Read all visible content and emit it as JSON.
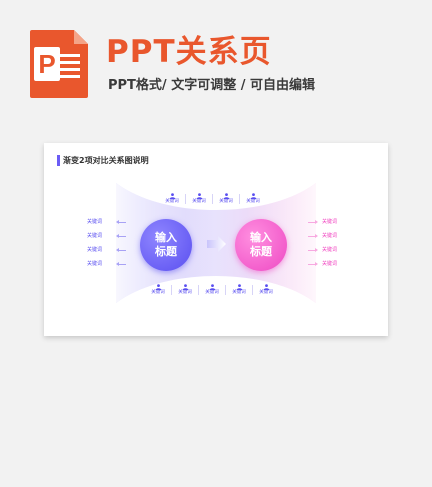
{
  "header": {
    "title": "PPT关系页",
    "subtitle": "PPT格式/ 文字可调整 / 可自由编辑",
    "logo_letter": "P",
    "brand_color": "#e9572d"
  },
  "slide": {
    "title": "渐变2项对比关系图说明",
    "accent_color": "#6b5cf5",
    "left_circle": {
      "line1": "输入",
      "line2": "标题",
      "color": "#5a4ff0"
    },
    "right_circle": {
      "line1": "输入",
      "line2": "标题",
      "color": "#ee49c3"
    },
    "left_keywords": [
      "关键词",
      "关键词",
      "关键词",
      "关键词"
    ],
    "right_keywords": [
      "关键词",
      "关键词",
      "关键词",
      "关键词"
    ],
    "top_keywords": [
      "关键词",
      "关键词",
      "关键词",
      "关键词"
    ],
    "bottom_keywords": [
      "关键词",
      "关键词",
      "关键词",
      "关键词",
      "关键词"
    ],
    "keyword_icon": "person-icon"
  }
}
